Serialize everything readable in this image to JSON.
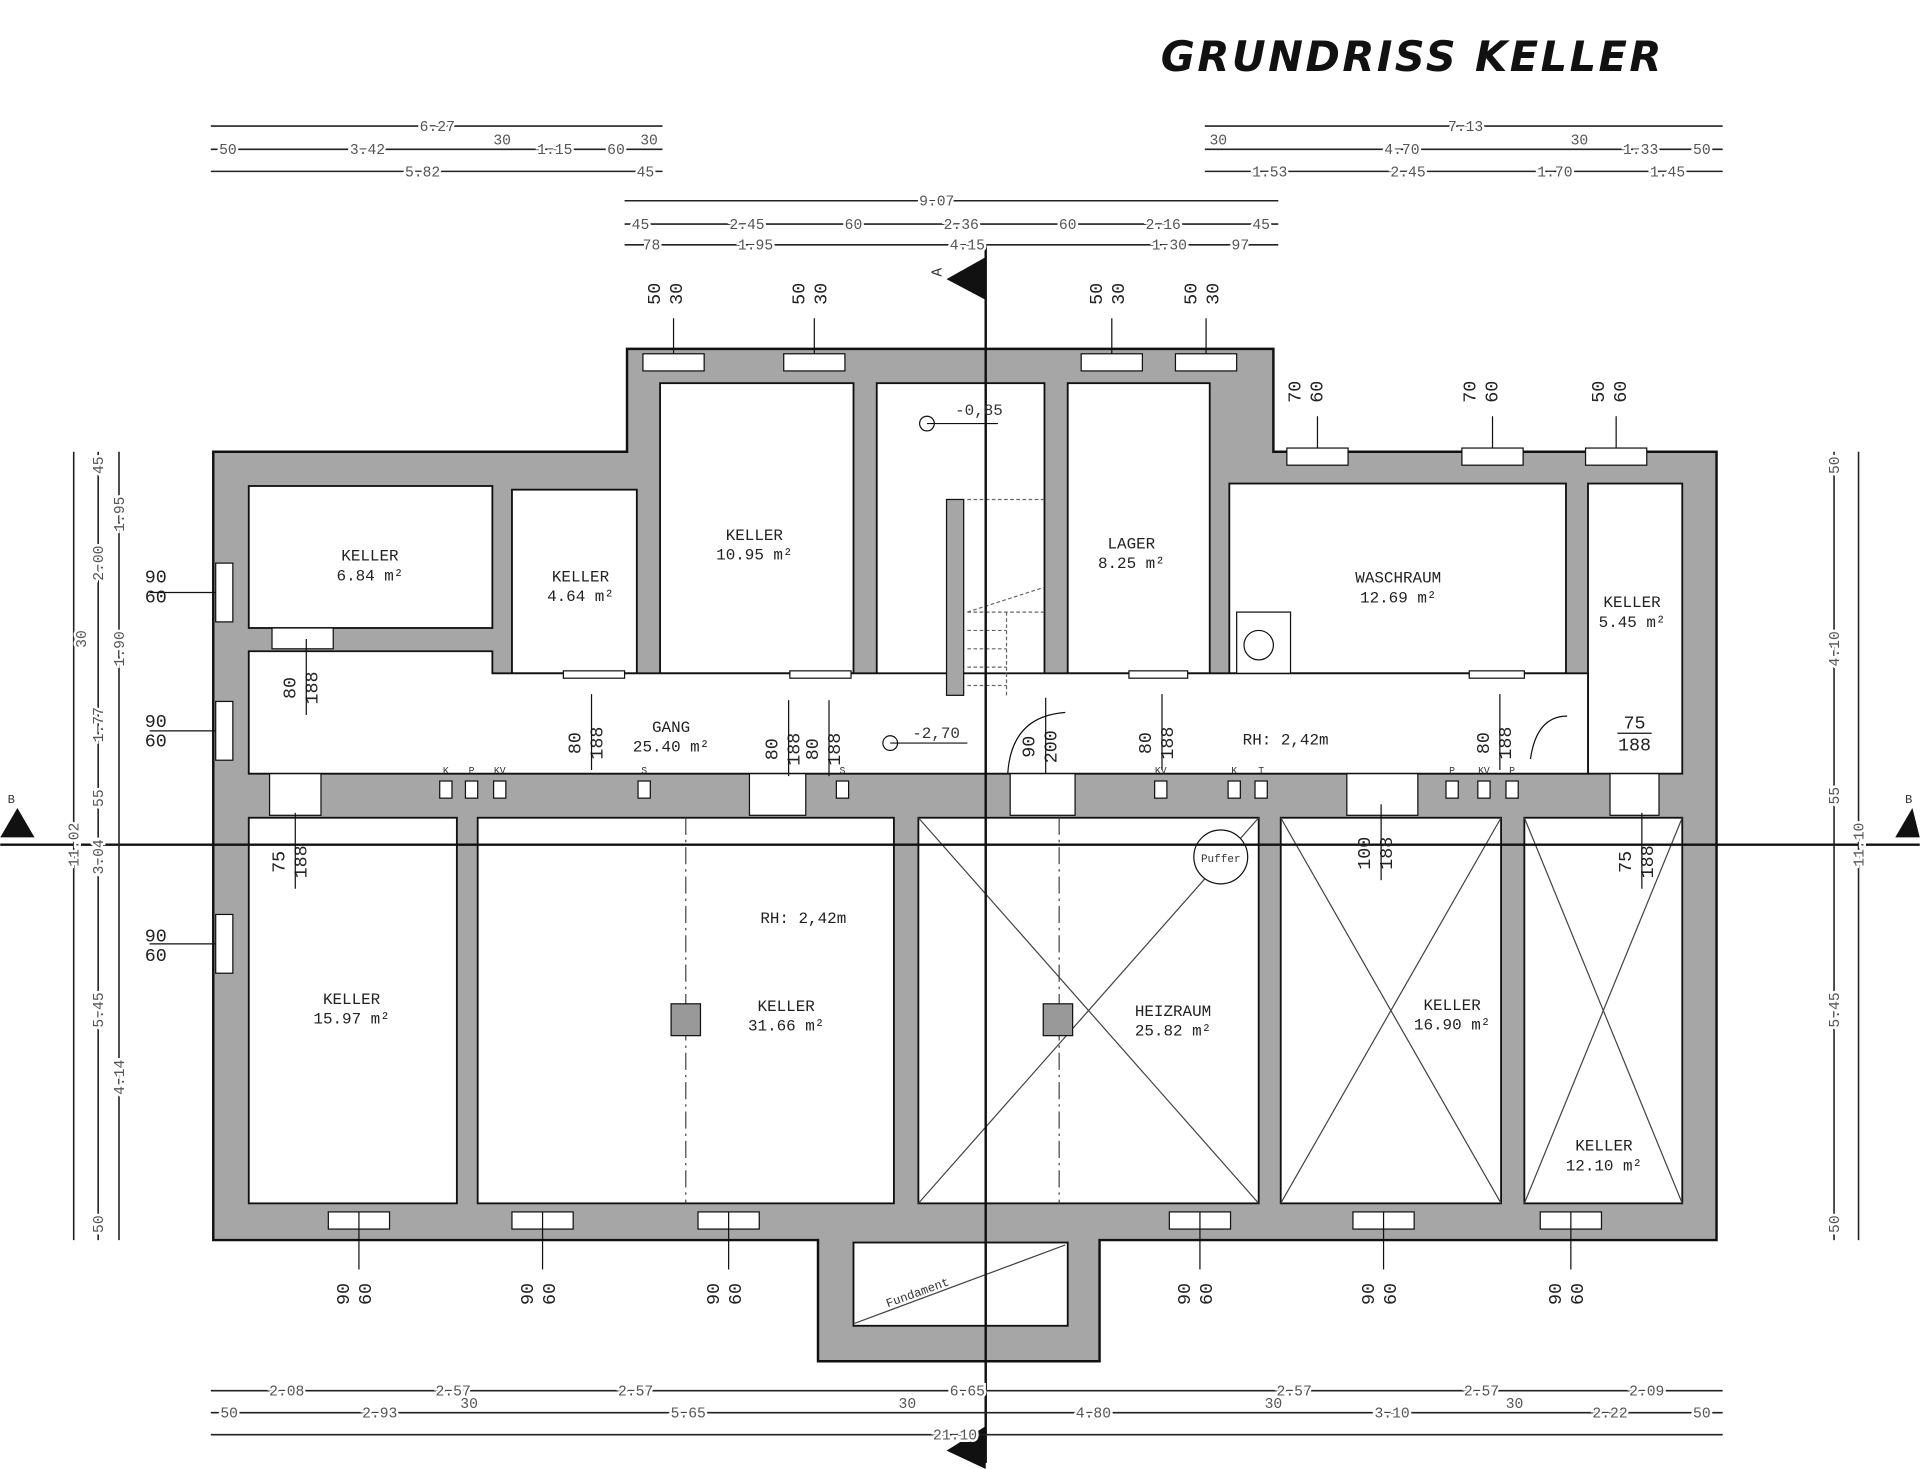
{
  "title": "GRUNDRISS KELLER",
  "rooms": [
    {
      "name": "KELLER",
      "area": "6.84 m²"
    },
    {
      "name": "KELLER",
      "area": "4.64 m²"
    },
    {
      "name": "KELLER",
      "area": "10.95 m²"
    },
    {
      "name": "LAGER",
      "area": "8.25 m²"
    },
    {
      "name": "WASCHRAUM",
      "area": "12.69 m²"
    },
    {
      "name": "KELLER",
      "area": "5.45 m²"
    },
    {
      "name": "GANG",
      "area": "25.40 m²"
    },
    {
      "name": "KELLER",
      "area": "15.97 m²"
    },
    {
      "name": "KELLER",
      "area": "31.66 m²"
    },
    {
      "name": "HEIZRAUM",
      "area": "25.82 m²"
    },
    {
      "name": "KELLER",
      "area": "16.90 m²"
    },
    {
      "name": "KELLER",
      "area": "12.10 m²"
    }
  ],
  "annotations": {
    "room_height_1": "RH: 2,42m",
    "room_height_2": "RH: 2,42m",
    "level_1": "-0,85",
    "level_2": "-2,70",
    "fundament": "Fundament",
    "puffer": "Puffer",
    "section_a": "A",
    "section_b": "B",
    "fixtures": [
      "K",
      "P",
      "KV",
      "S",
      "S",
      "KV",
      "K",
      "T",
      "P",
      "KV",
      "P"
    ]
  },
  "dims_top": [
    "6.27",
    "50",
    "3.42",
    "30",
    "1.15",
    "60",
    "30",
    "5.82",
    "45",
    "7.13",
    "30",
    "4.70",
    "30",
    "1.33",
    "50",
    "1.53",
    "2.45",
    "1.70",
    "1.45",
    "9.07",
    "45",
    "2.45",
    "60",
    "2.36",
    "60",
    "2.16",
    "45",
    "78",
    "1.95",
    "4.15",
    "1.30",
    "97"
  ],
  "dims_bottom": [
    "2.08",
    "2.57",
    "2.57",
    "6.65",
    "2.57",
    "2.57",
    "2.09",
    "50",
    "2.93",
    "30",
    "5.65",
    "30",
    "4.80",
    "30",
    "3.10",
    "30",
    "2.22",
    "50",
    "21.10"
  ],
  "dims_left": [
    "11.02",
    "45",
    "1.95",
    "2.00",
    "30",
    "1.90",
    "1.77",
    "55",
    "3.04",
    "5.45",
    "4.14",
    "50"
  ],
  "dims_right": [
    "11.10",
    "50",
    "4.10",
    "55",
    "5.45",
    "50"
  ],
  "windows": [
    [
      "50",
      "30"
    ],
    [
      "50",
      "30"
    ],
    [
      "50",
      "30"
    ],
    [
      "50",
      "30"
    ],
    [
      "70",
      "60"
    ],
    [
      "70",
      "60"
    ],
    [
      "50",
      "60"
    ],
    [
      "90",
      "60"
    ],
    [
      "90",
      "60"
    ],
    [
      "90",
      "60"
    ],
    [
      "90",
      "60"
    ],
    [
      "90",
      "60"
    ],
    [
      "90",
      "60"
    ],
    [
      "90",
      "60"
    ],
    [
      "90",
      "60"
    ],
    [
      "90",
      "60"
    ]
  ],
  "doors": [
    [
      "80",
      "188"
    ],
    [
      "80",
      "188"
    ],
    [
      "80",
      "188"
    ],
    [
      "80",
      "188"
    ],
    [
      "90",
      "200"
    ],
    [
      "80",
      "188"
    ],
    [
      "80",
      "188"
    ],
    [
      "75",
      "188"
    ],
    [
      "75",
      "188"
    ],
    [
      "100",
      "188"
    ],
    [
      "75",
      "188"
    ]
  ],
  "colors": {
    "wall": "#a6a6a6",
    "line": "#111111"
  }
}
